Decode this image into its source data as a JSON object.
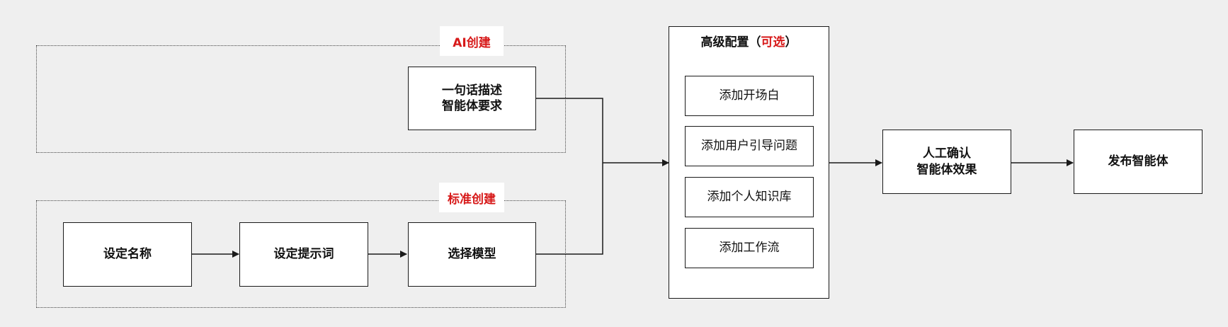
{
  "diagram": {
    "ai_group": {
      "label": "AI创建",
      "step": {
        "line1": "一句话描述",
        "line2": "智能体要求"
      }
    },
    "standard_group": {
      "label": "标准创建",
      "steps": [
        "设定名称",
        "设定提示词",
        "选择模型"
      ]
    },
    "advanced": {
      "title_prefix": "高级配置（",
      "title_accent": "可选",
      "title_suffix": "）",
      "options": [
        "添加开场白",
        "添加用户引导问题",
        "添加个人知识库",
        "添加工作流"
      ]
    },
    "confirm": {
      "line1": "人工确认",
      "line2": "智能体效果"
    },
    "publish": "发布智能体",
    "colors": {
      "background": "#efefef",
      "accent": "#d71a1a",
      "stroke": "#1a1a1a"
    }
  }
}
